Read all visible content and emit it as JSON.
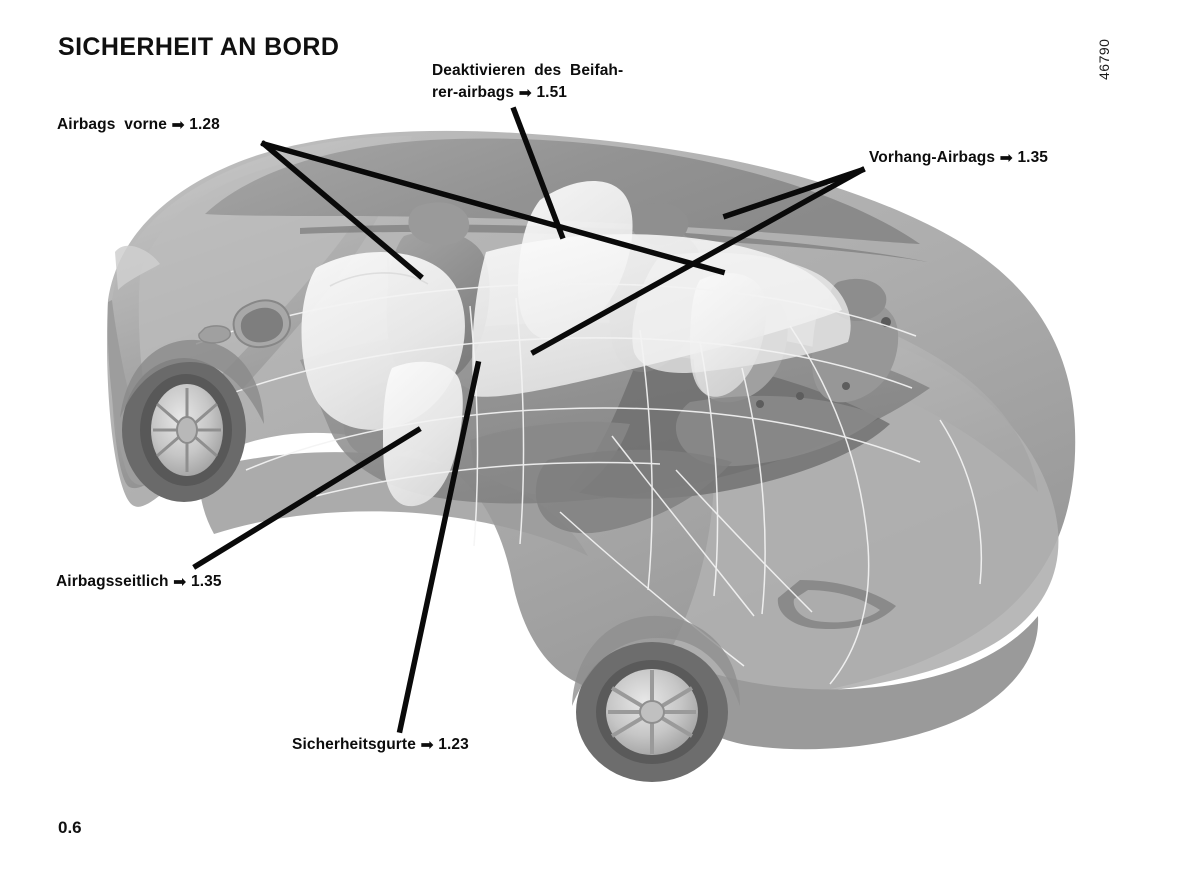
{
  "page": {
    "title": "SICHERHEIT AN BORD",
    "figure_id": "46790",
    "page_number": "0.6",
    "background_color": "#ffffff",
    "text_color": "#0d0d0d"
  },
  "callouts": [
    {
      "name": "front-airbags",
      "label": "Airbags  vorne",
      "arrow": "➡",
      "reference": "1.28",
      "line2": ""
    },
    {
      "name": "passenger-airbag-deactivation",
      "label": "Deaktivieren  des  Beifah-",
      "arrow": "➡",
      "reference": "1.51",
      "line2": "rer-airbags"
    },
    {
      "name": "curtain-airbags",
      "label": "Vorhang-Airbags",
      "arrow": "➡",
      "reference": "1.35",
      "line2": ""
    },
    {
      "name": "side-airbags",
      "label": "Airbagsseitlich",
      "arrow": "➡",
      "reference": "1.35",
      "line2": ""
    },
    {
      "name": "seatbelts",
      "label": "Sicherheitsgurte",
      "arrow": "➡",
      "reference": "1.23",
      "line2": ""
    }
  ],
  "illustration": {
    "name": "vehicle-cutaway-airbag-diagram",
    "description": "Grayscale three-quarter rear view cutaway of an SUV showing deployed airbags",
    "colors": {
      "body_light": "#c9c9c9",
      "body_mid": "#a8a8a8",
      "body_dark": "#8c8c8c",
      "body_shadow": "#6f6f6f",
      "glass": "#b5b5b5",
      "airbag": "#f0f0f0",
      "airbag_edge": "#dcdcdc",
      "seat": "#9a9a9a",
      "seat_dark": "#787878",
      "tire": "#6a6a6a",
      "rim": "#d2d2d2",
      "contour_line": "#f2f2f2",
      "leader_line": "#0a0a0a"
    }
  }
}
